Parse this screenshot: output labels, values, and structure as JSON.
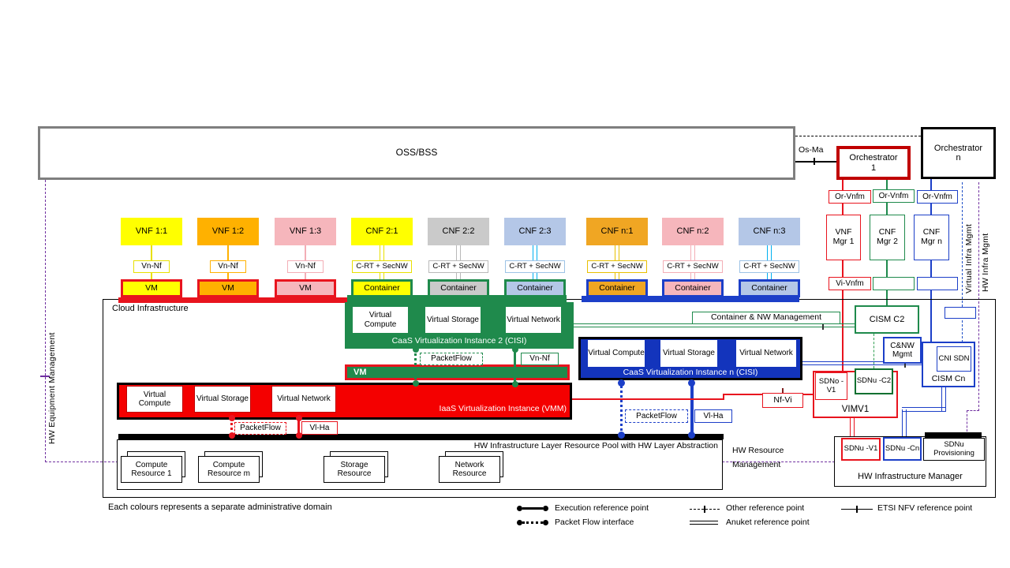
{
  "oss_bss_label": "OSS/BSS",
  "os_ma": "Os-Ma",
  "orchestrator1": "Orchestrator 1",
  "orchestrator_n": "Orchestrator n",
  "or_vnfm": [
    "Or-Vnfm",
    "Or-Vnfm",
    "Or-Vnfm"
  ],
  "managers": [
    "VNF Mgr 1",
    "CNF Mgr 2",
    "CNF Mgr n"
  ],
  "vi_vnfm": "Vi-Vnfm",
  "cloud_label": "Cloud Infrastructure",
  "columns": [
    {
      "nf": "VNF 1:1",
      "iface": "Vn-Nf",
      "host": "VM"
    },
    {
      "nf": "VNF 1:2",
      "iface": "Vn-Nf",
      "host": "VM"
    },
    {
      "nf": "VNF 1:3",
      "iface": "Vn-Nf",
      "host": "VM"
    },
    {
      "nf": "CNF 2:1",
      "iface": "C-RT + SecNW",
      "host": "Container"
    },
    {
      "nf": "CNF 2:2",
      "iface": "C-RT + SecNW",
      "host": "Container"
    },
    {
      "nf": "CNF 2:3",
      "iface": "C-RT + SecNW",
      "host": "Container"
    },
    {
      "nf": "CNF n:1",
      "iface": "C-RT + SecNW",
      "host": "Container"
    },
    {
      "nf": "CNF n:2",
      "iface": "C-RT + SecNW",
      "host": "Container"
    },
    {
      "nf": "CNF n:3",
      "iface": "C-RT + SecNW",
      "host": "Container"
    }
  ],
  "cisi2": {
    "components": [
      "Virtual Compute",
      "Virtual Storage",
      "Virtual Network"
    ],
    "caption": "CaaS Virtualization Instance 2 (CISI)",
    "packetflow": "PacketFlow",
    "vn_nf": "Vn-Nf"
  },
  "vm_bar": "VM",
  "iaas": {
    "components": [
      "Virtual Compute",
      "Virtual Storage",
      "Virtual Network"
    ],
    "caption": "IaaS Virtualization Instance (VMM)",
    "packetflow": "PacketFlow",
    "vl_ha": "Vl-Ha"
  },
  "cisin": {
    "components": [
      "Virtual Compute",
      "Virtual Storage",
      "Virtual Network"
    ],
    "caption": "CaaS Virtualization Instance n (CISI)",
    "packetflow": "PacketFlow",
    "vl_ha": "Vl-Ha"
  },
  "hw_pool": {
    "title": "HW Infrastructure Layer Resource Pool with HW Layer Abstraction",
    "resources": [
      "Compute Resource 1",
      "Compute Resource m",
      "Storage Resource",
      "Network Resource"
    ]
  },
  "right": {
    "container_nw": "Container & NW Management",
    "cism_c2": "CISM C2",
    "cnw_mgmt": "C&NW Mgmt",
    "cni_sdn": "CNI SDN",
    "cism_cn": "CISM Cn",
    "nf_vi": "Nf-Vi",
    "vimv1": "VIMV1",
    "sdno_v1": "SDNo -V1",
    "sdnu_c2": "SDNu -C2"
  },
  "hw_mgr": {
    "sdnu_v1": "SDNu -V1",
    "sdnu_cn": "SDNu -Cn",
    "sdnu_prov": "SDNu Provisioning",
    "title": "HW Infrastructure Manager"
  },
  "side_labels": {
    "hw_equipment": "HW Equipment Management",
    "virtual_infra": "Virtual Infra Mgmt",
    "hw_infra": "HW Infra Mgmt",
    "hw_resource": "HW Resource Management"
  },
  "footnote": "Each colours represents a separate administrative domain",
  "legend": {
    "execution": "Execution reference point",
    "packet_flow": "Packet Flow interface",
    "other": "Other reference point",
    "anuket": "Anuket reference point",
    "etsi": "ETSI NFV reference point"
  },
  "colors": {
    "red_domain": "#E8141E",
    "dark_red": "#C00000",
    "green_domain": "#1F8A4C",
    "blue_domain": "#1C3FC8",
    "blue_fill": "#1334BC",
    "yellow": "#FFFF00",
    "orange": "#FFB100",
    "gold": "#F0A623",
    "pink": "#F6B6BC",
    "gray": "#CACACA",
    "light_blue": "#B4C7E7",
    "cyan": "#00B0F0",
    "purple": "#7030A0",
    "oss_border": "#7F7F7F"
  }
}
